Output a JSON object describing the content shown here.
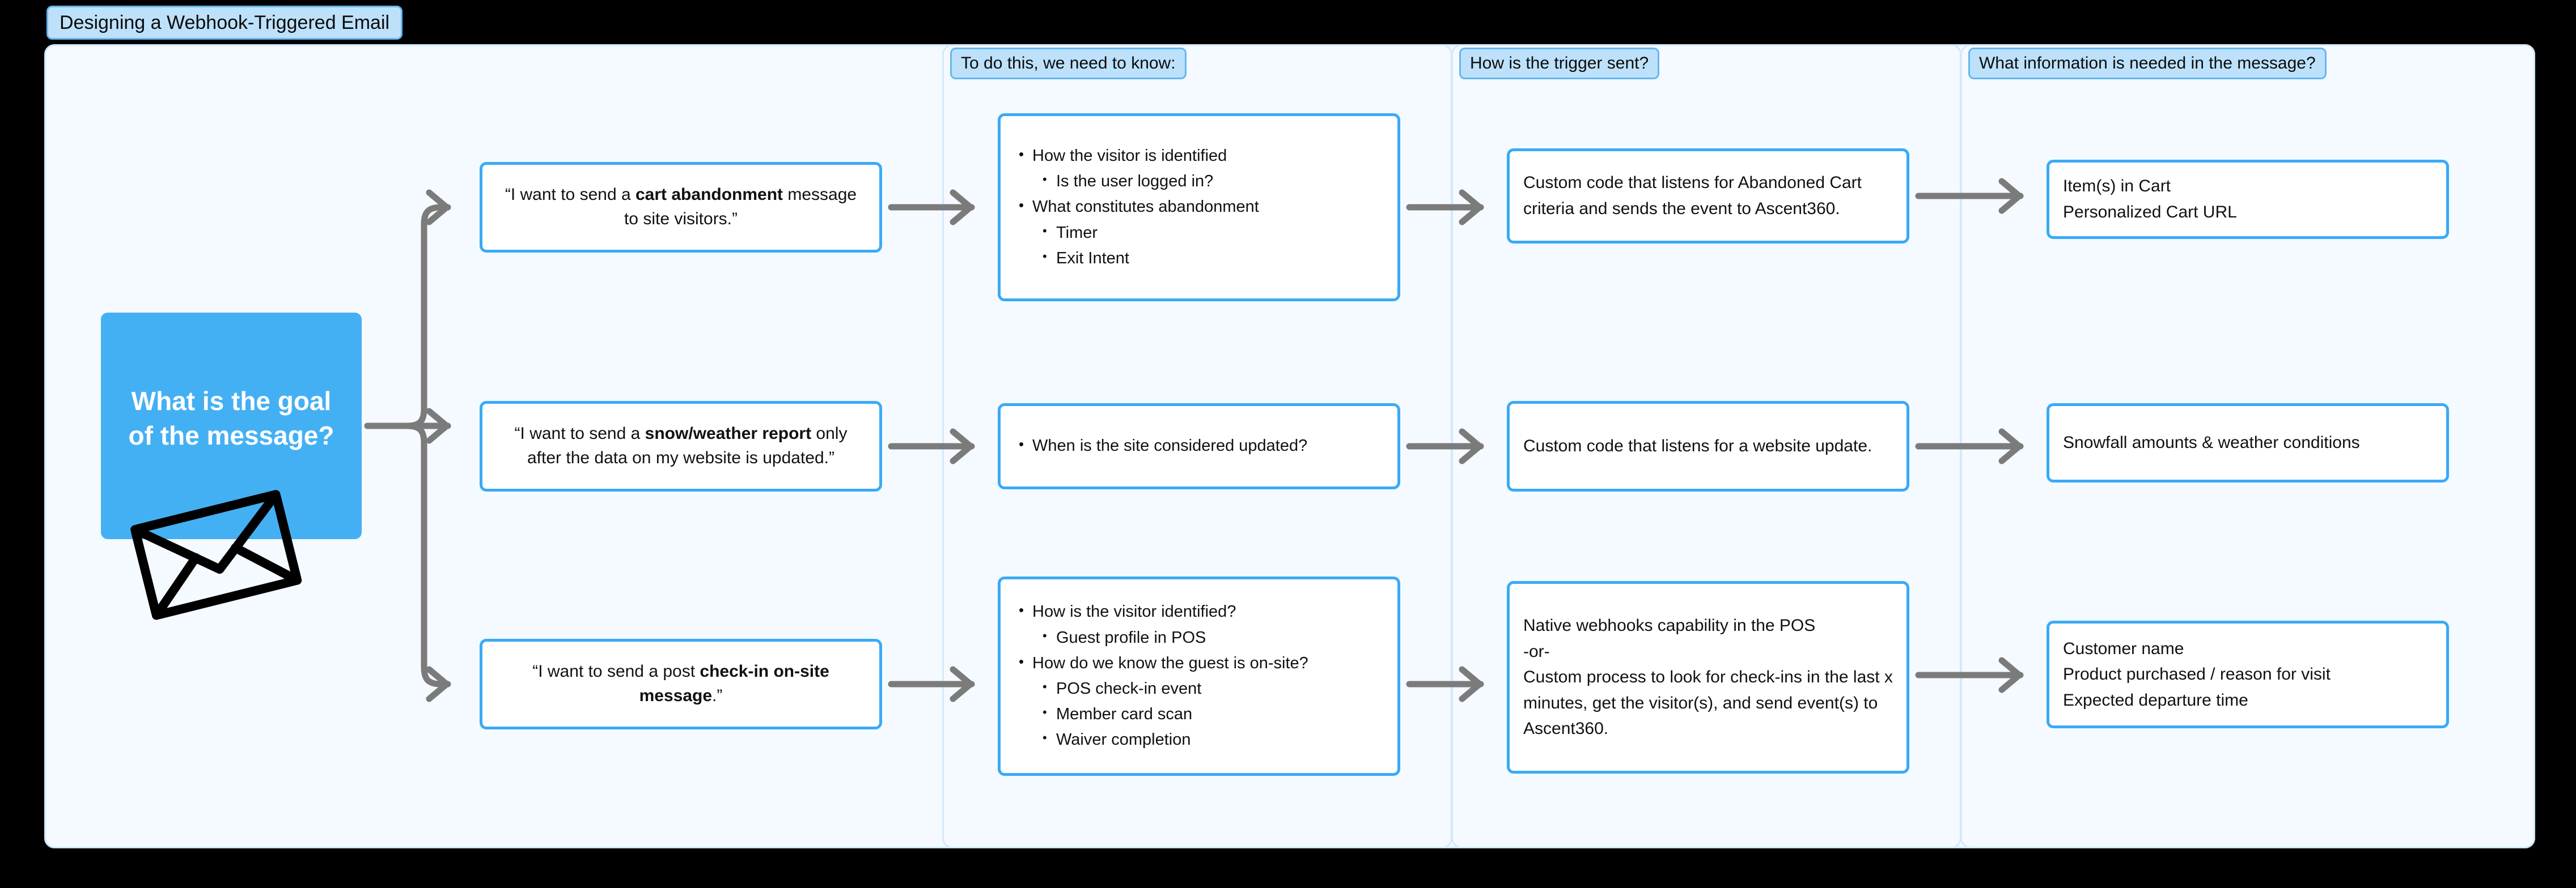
{
  "title": "Designing a Webhook-Triggered Email",
  "colors": {
    "accent_blue": "#3aaaf5",
    "goal_blue": "#44b0f4",
    "chip_fill": "#bde1fb",
    "chip_border": "#66b7ee",
    "canvas": "#f4faff",
    "arrow_gray": "#7b7b7b"
  },
  "goal": {
    "label": "What is the goal\nof the message?",
    "icon": "envelope-icon"
  },
  "columns": [
    {
      "header": "To do this, we need to know:"
    },
    {
      "header": "How is the trigger sent?"
    },
    {
      "header": "What information is needed in the message?"
    }
  ],
  "rows": [
    {
      "quote": {
        "pre": "“I want to send a ",
        "bold": "cart abandonment",
        "post": " message to site visitors.”"
      },
      "need_to_know": [
        {
          "text": "How the visitor is identified",
          "level": 0
        },
        {
          "text": "Is the user logged in?",
          "level": 1
        },
        {
          "text": "What constitutes abandonment",
          "level": 0
        },
        {
          "text": "Timer",
          "level": 1
        },
        {
          "text": "Exit Intent",
          "level": 1
        }
      ],
      "trigger": "Custom code that listens for Abandoned Cart criteria and sends the event to Ascent360.",
      "message_info": [
        "Item(s) in Cart",
        "Personalized Cart URL"
      ]
    },
    {
      "quote": {
        "pre": "“I want to send a ",
        "bold": "snow/weather report",
        "post": " only after the data on my website is updated.”"
      },
      "need_to_know": [
        {
          "text": "When is the site considered updated?",
          "level": 0
        }
      ],
      "trigger": "Custom code that listens for a website update.",
      "message_info": [
        "Snowfall amounts & weather conditions"
      ]
    },
    {
      "quote": {
        "pre": "“I want to send a post ",
        "bold": "check-in on-site message",
        "post": ".”"
      },
      "need_to_know": [
        {
          "text": "How is the visitor identified?",
          "level": 0
        },
        {
          "text": "Guest profile in POS",
          "level": 1
        },
        {
          "text": "How do we know the guest is on-site?",
          "level": 0
        },
        {
          "text": "POS check-in event",
          "level": 1
        },
        {
          "text": "Member card scan",
          "level": 1
        },
        {
          "text": "Waiver completion",
          "level": 1
        }
      ],
      "trigger_lines": [
        "Native webhooks capability in the POS",
        "-or-",
        "Custom process to look for check-ins in the last x minutes, get the visitor(s), and send event(s) to Ascent360."
      ],
      "message_info": [
        "Customer name",
        "Product purchased / reason for visit",
        "Expected departure time"
      ]
    }
  ]
}
